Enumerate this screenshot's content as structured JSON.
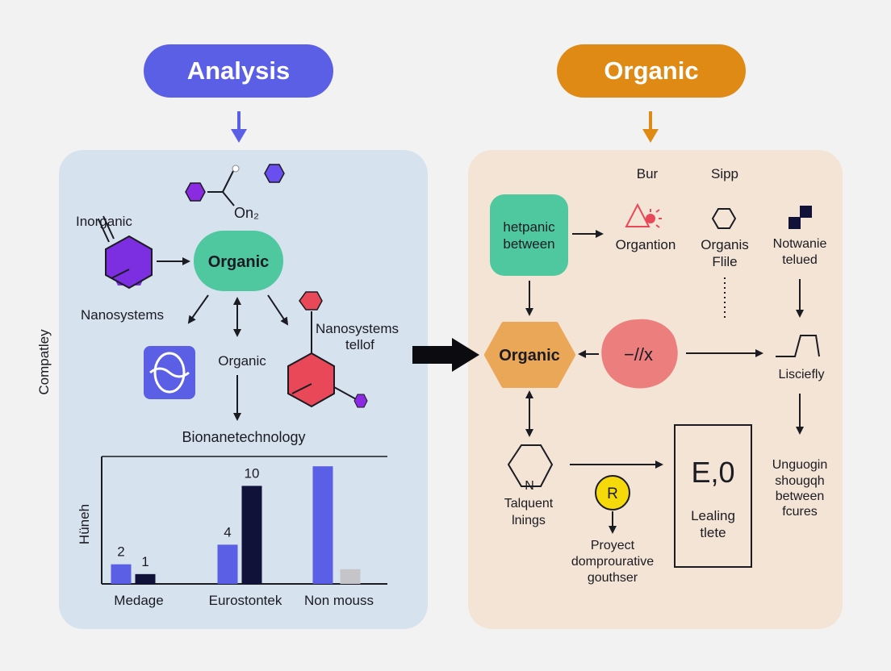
{
  "colors": {
    "blue": "#5b5fe6",
    "orange": "#e08a16",
    "teal": "#4fc8a0",
    "red": "#e84857",
    "purple": "#8a2be2",
    "navy": "#10123a",
    "panel_left": "#d7e2ef",
    "panel_right": "#f3e4d6"
  },
  "header": {
    "left_label": "Analysis",
    "right_label": "Organic"
  },
  "left_panel": {
    "side_label": "Compatley",
    "on2_label": "On₂",
    "inorganic_label": "Inorganic",
    "organic_node": "Organic",
    "nanosystems_label": "Nanosystems",
    "nanosystems_tellof_line1": "Nanosystems",
    "nanosystems_tellof_line2": "tellof",
    "organic_small_label": "Organic",
    "bionanotechnology_label": "Bionanеtechnology"
  },
  "chart_data": {
    "type": "bar",
    "ylabel": "Hüneh",
    "categories": [
      "Medage",
      "Eurostontek",
      "Non mouss"
    ],
    "series": [
      {
        "values": [
          2,
          4,
          12
        ]
      },
      {
        "values": [
          1,
          10,
          null
        ]
      },
      {
        "values": [
          null,
          null,
          1.5
        ]
      }
    ],
    "data_labels": [
      "2",
      "1",
      "4",
      "10"
    ],
    "ylim": [
      0,
      13
    ]
  },
  "right_panel": {
    "top_labels": [
      "Bur",
      "Sipp"
    ],
    "hetpanic_line1": "hetpanic",
    "hetpanic_line2": "between",
    "organtion_label": "Organtion",
    "organis_line1": "Organis",
    "organis_line2": "Flile",
    "notwanie_line1": "Notwanie",
    "notwanie_line2": "telued",
    "organic_node": "Organic",
    "blob_label": "−//x",
    "lisciefly_label": "Lisciefly",
    "talquent_line1": "Talquent",
    "talquent_line2": "lnings",
    "r_badge": "R",
    "proyect_line1": "Proyect",
    "proyect_line2": "domprourative",
    "proyect_line3": "gouthser",
    "box_big": "E,0",
    "box_line1": "Lealing",
    "box_line2": "tlete",
    "ungu_line1": "Unguogin",
    "ungu_line2": "shougqh",
    "ungu_line3": "between",
    "ungu_line4": "fcures"
  }
}
